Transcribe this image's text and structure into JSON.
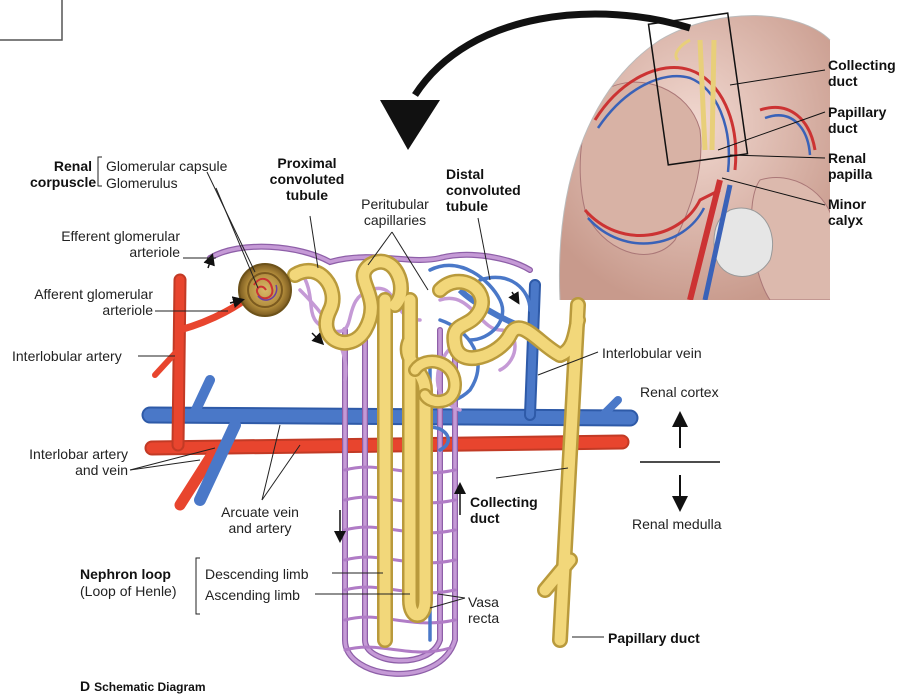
{
  "renal_corpuscle": {
    "title": [
      "Renal",
      "corpuscle"
    ],
    "capsule": "Glomerular capsule",
    "glomerulus": "Glomerulus"
  },
  "proximal_tubule": [
    "Proximal",
    "convoluted",
    "tubule"
  ],
  "distal_tubule": [
    "Distal",
    "convoluted",
    "tubule"
  ],
  "peritubular": [
    "Peritubular",
    "capillaries"
  ],
  "efferent": [
    "Efferent glomerular",
    "arteriole"
  ],
  "afferent": [
    "Afferent glomerular",
    "arteriole"
  ],
  "interlobular_artery": "Interlobular artery",
  "interlobar": [
    "Interlobar artery",
    "and vein"
  ],
  "arcuate": [
    "Arcuate vein",
    "and artery"
  ],
  "nephron_loop": {
    "title": "Nephron loop",
    "subtitle": "(Loop of Henle)",
    "descending": "Descending limb",
    "ascending": "Ascending limb"
  },
  "vasa_recta": [
    "Vasa",
    "recta"
  ],
  "collecting_duct": [
    "Collecting",
    "duct"
  ],
  "papillary_duct": "Papillary duct",
  "interlobular_vein": "Interlobular vein",
  "renal_cortex": "Renal cortex",
  "renal_medulla": "Renal medulla",
  "inset": {
    "collecting_duct": [
      "Collecting",
      "duct"
    ],
    "papillary_duct": [
      "Papillary",
      "duct"
    ],
    "renal_papilla": [
      "Renal",
      "papilla"
    ],
    "minor_calyx": [
      "Minor",
      "calyx"
    ]
  },
  "caption": {
    "letter": "D",
    "text": "Schematic Diagram"
  },
  "colors": {
    "artery": "#e8452e",
    "vein": "#4a78c8",
    "tubule": "#f2d77a",
    "capillary": "#b07cc6",
    "glomerulus": "#b08a3a",
    "inset_bg": "#e9c9c0",
    "arrow": "#111111"
  }
}
